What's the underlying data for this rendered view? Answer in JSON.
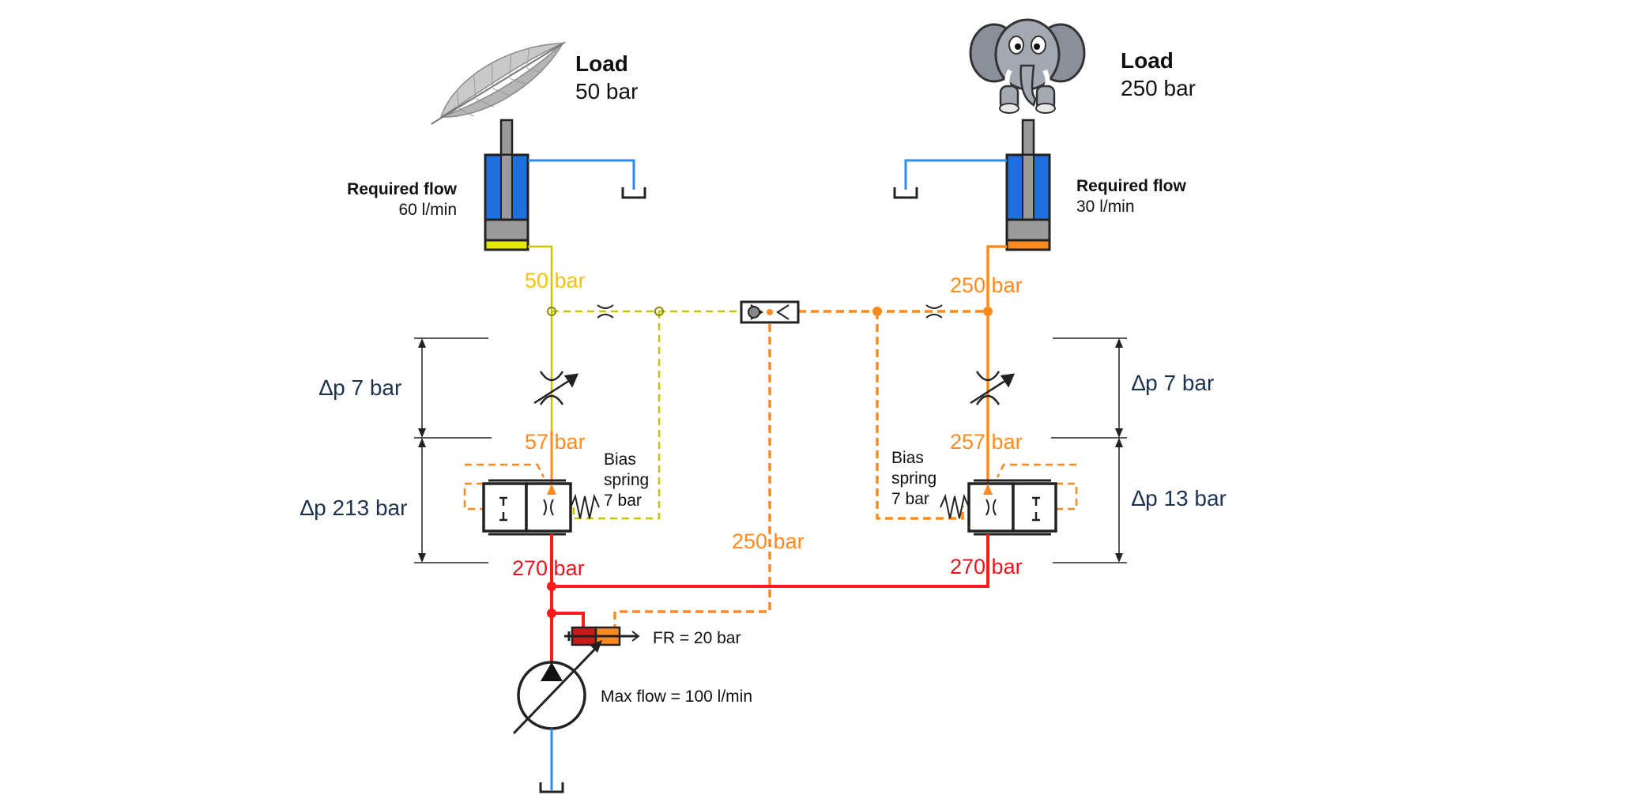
{
  "colors": {
    "red": "#ff1a1a",
    "orange": "#ff8a1f",
    "yellow": "#e8e800",
    "blue": "#2a8cf0",
    "cyl_blue": "#1f6fe0",
    "dark_red": "#cc1a1a",
    "text_dark": "#1c3350"
  },
  "icons": {
    "left_load": "feather-icon",
    "right_load": "elephant-icon"
  },
  "left": {
    "load_title": "Load",
    "load_value": "50 bar",
    "flow_title": "Required flow",
    "flow_value": "60 l/min",
    "load_pressure": "50 bar",
    "mid_pressure": "57 bar",
    "inlet_pressure": "270 bar",
    "dp_top": "∆p 7 bar",
    "dp_bottom": "∆p 213 bar",
    "spring_lines": [
      "Bias",
      "spring",
      "7 bar"
    ]
  },
  "right": {
    "load_title": "Load",
    "load_value": "250 bar",
    "flow_title": "Required flow",
    "flow_value": "30 l/min",
    "load_pressure": "250 bar",
    "mid_pressure": "257 bar",
    "inlet_pressure": "270 bar",
    "dp_top": "∆p 7 bar",
    "dp_bottom": "∆p 13 bar",
    "spring_lines": [
      "Bias",
      "spring",
      "7 bar"
    ]
  },
  "center": {
    "signal_pressure": "250 bar"
  },
  "pump": {
    "fr_label": "FR = 20 bar",
    "max_flow_label": "Max flow = 100 l/min"
  }
}
